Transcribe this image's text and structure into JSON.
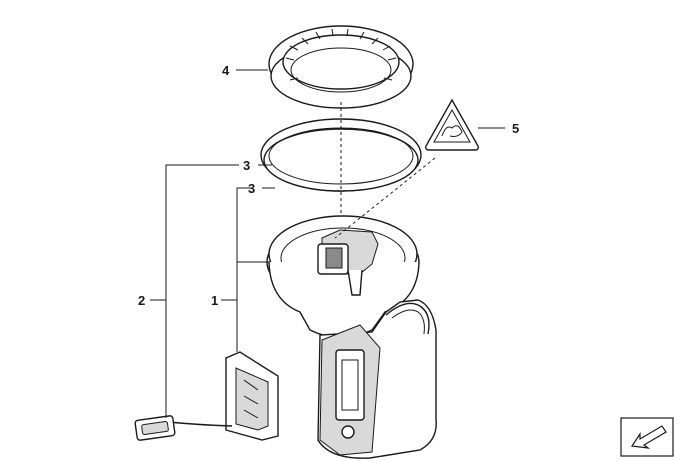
{
  "callouts": {
    "c1": "1",
    "c2": "2",
    "c3a": "3",
    "c3b": "3",
    "c4": "4",
    "c5": "5"
  },
  "icons": {
    "warning": "electric-shock-warning-icon",
    "navigation": "navigate-arrow-icon"
  },
  "colors": {
    "line": "#1a1a1a",
    "shade": "#d9d9d9"
  }
}
